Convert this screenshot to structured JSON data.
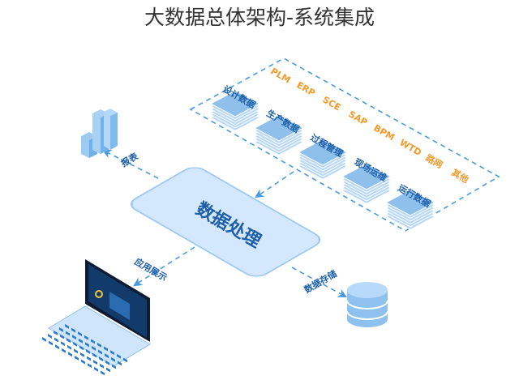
{
  "title": "大数据总体架构-系统集成",
  "systems": [
    "PLM",
    "ERP",
    "SCE",
    "SAP",
    "BPM",
    "WTD",
    "路网",
    "其他"
  ],
  "data_stacks": [
    "设计数据",
    "生产数据",
    "过程管理",
    "现场运维",
    "运行数据"
  ],
  "center": "数据处理",
  "outputs": {
    "report": "报表",
    "app": "应用展示",
    "storage": "数据存储"
  },
  "colors": {
    "accent": "#4a9ae0",
    "orange": "#f39a2b",
    "text": "#1c5fa8",
    "panel": "#d8eaff"
  }
}
